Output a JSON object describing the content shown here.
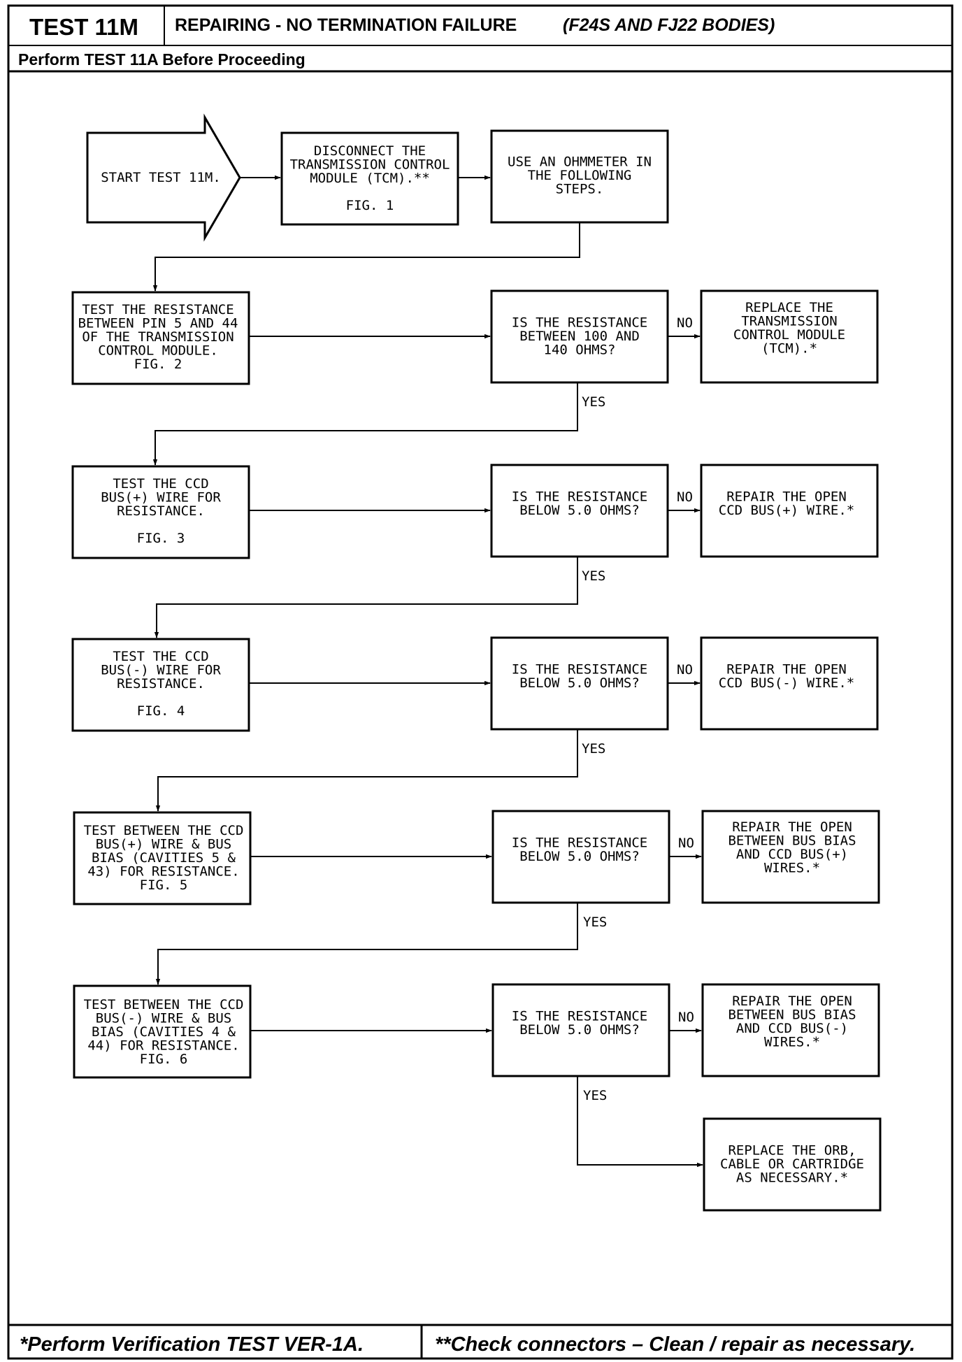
{
  "header": {
    "test_id": "TEST 11M",
    "title": "REPAIRING - NO TERMINATION FAILURE",
    "bodies": "(F24S AND FJ22 BODIES)",
    "prerequisite": "Perform TEST 11A Before Proceeding"
  },
  "footer": {
    "note_single": "*Perform Verification TEST VER-1A.",
    "note_double": "**Check connectors – Clean / repair as necessary."
  },
  "labels": {
    "yes": "YES",
    "no": "NO"
  },
  "nodes": {
    "start": [
      "START TEST 11M."
    ],
    "disconnect": [
      "DISCONNECT THE",
      "TRANSMISSION CONTROL",
      "MODULE (TCM).**",
      "",
      "FIG. 1"
    ],
    "ohmmeter": [
      "USE AN OHMMETER IN",
      "THE FOLLOWING",
      "STEPS."
    ],
    "test1": [
      "TEST THE RESISTANCE",
      "BETWEEN PIN 5 AND 44",
      "OF THE TRANSMISSION",
      "CONTROL MODULE.",
      "FIG. 2"
    ],
    "q1": [
      "IS THE RESISTANCE",
      "BETWEEN 100 AND",
      "140 OHMS?"
    ],
    "a1": [
      "REPLACE THE",
      "TRANSMISSION",
      "CONTROL MODULE",
      "(TCM).*"
    ],
    "test2": [
      "TEST THE CCD",
      "BUS(+) WIRE FOR",
      "RESISTANCE.",
      "",
      "FIG. 3"
    ],
    "q2": [
      "IS THE RESISTANCE",
      "BELOW 5.0 OHMS?"
    ],
    "a2": [
      "REPAIR THE OPEN",
      "CCD BUS(+) WIRE.*"
    ],
    "test3": [
      "TEST THE CCD",
      "BUS(-) WIRE FOR",
      "RESISTANCE.",
      "",
      "FIG. 4"
    ],
    "q3": [
      "IS THE RESISTANCE",
      "BELOW 5.0 OHMS?"
    ],
    "a3": [
      "REPAIR THE OPEN",
      "CCD BUS(-) WIRE.*"
    ],
    "test4": [
      "TEST BETWEEN THE CCD",
      "BUS(+) WIRE & BUS",
      "BIAS (CAVITIES 5 &",
      "43) FOR RESISTANCE.",
      "FIG. 5"
    ],
    "q4": [
      "IS THE RESISTANCE",
      "BELOW 5.0 OHMS?"
    ],
    "a4": [
      "REPAIR THE OPEN",
      "BETWEEN BUS BIAS",
      "AND CCD BUS(+)",
      "WIRES.*"
    ],
    "test5": [
      "TEST BETWEEN THE CCD",
      "BUS(-) WIRE & BUS",
      "BIAS (CAVITIES 4 &",
      "44) FOR RESISTANCE.",
      "FIG. 6"
    ],
    "q5": [
      "IS THE RESISTANCE",
      "BELOW 5.0 OHMS?"
    ],
    "a5": [
      "REPAIR THE OPEN",
      "BETWEEN BUS BIAS",
      "AND CCD BUS(-)",
      "WIRES.*"
    ],
    "a6": [
      "REPLACE THE ORB,",
      "CABLE OR CARTRIDGE",
      "AS NECESSARY.*"
    ]
  }
}
